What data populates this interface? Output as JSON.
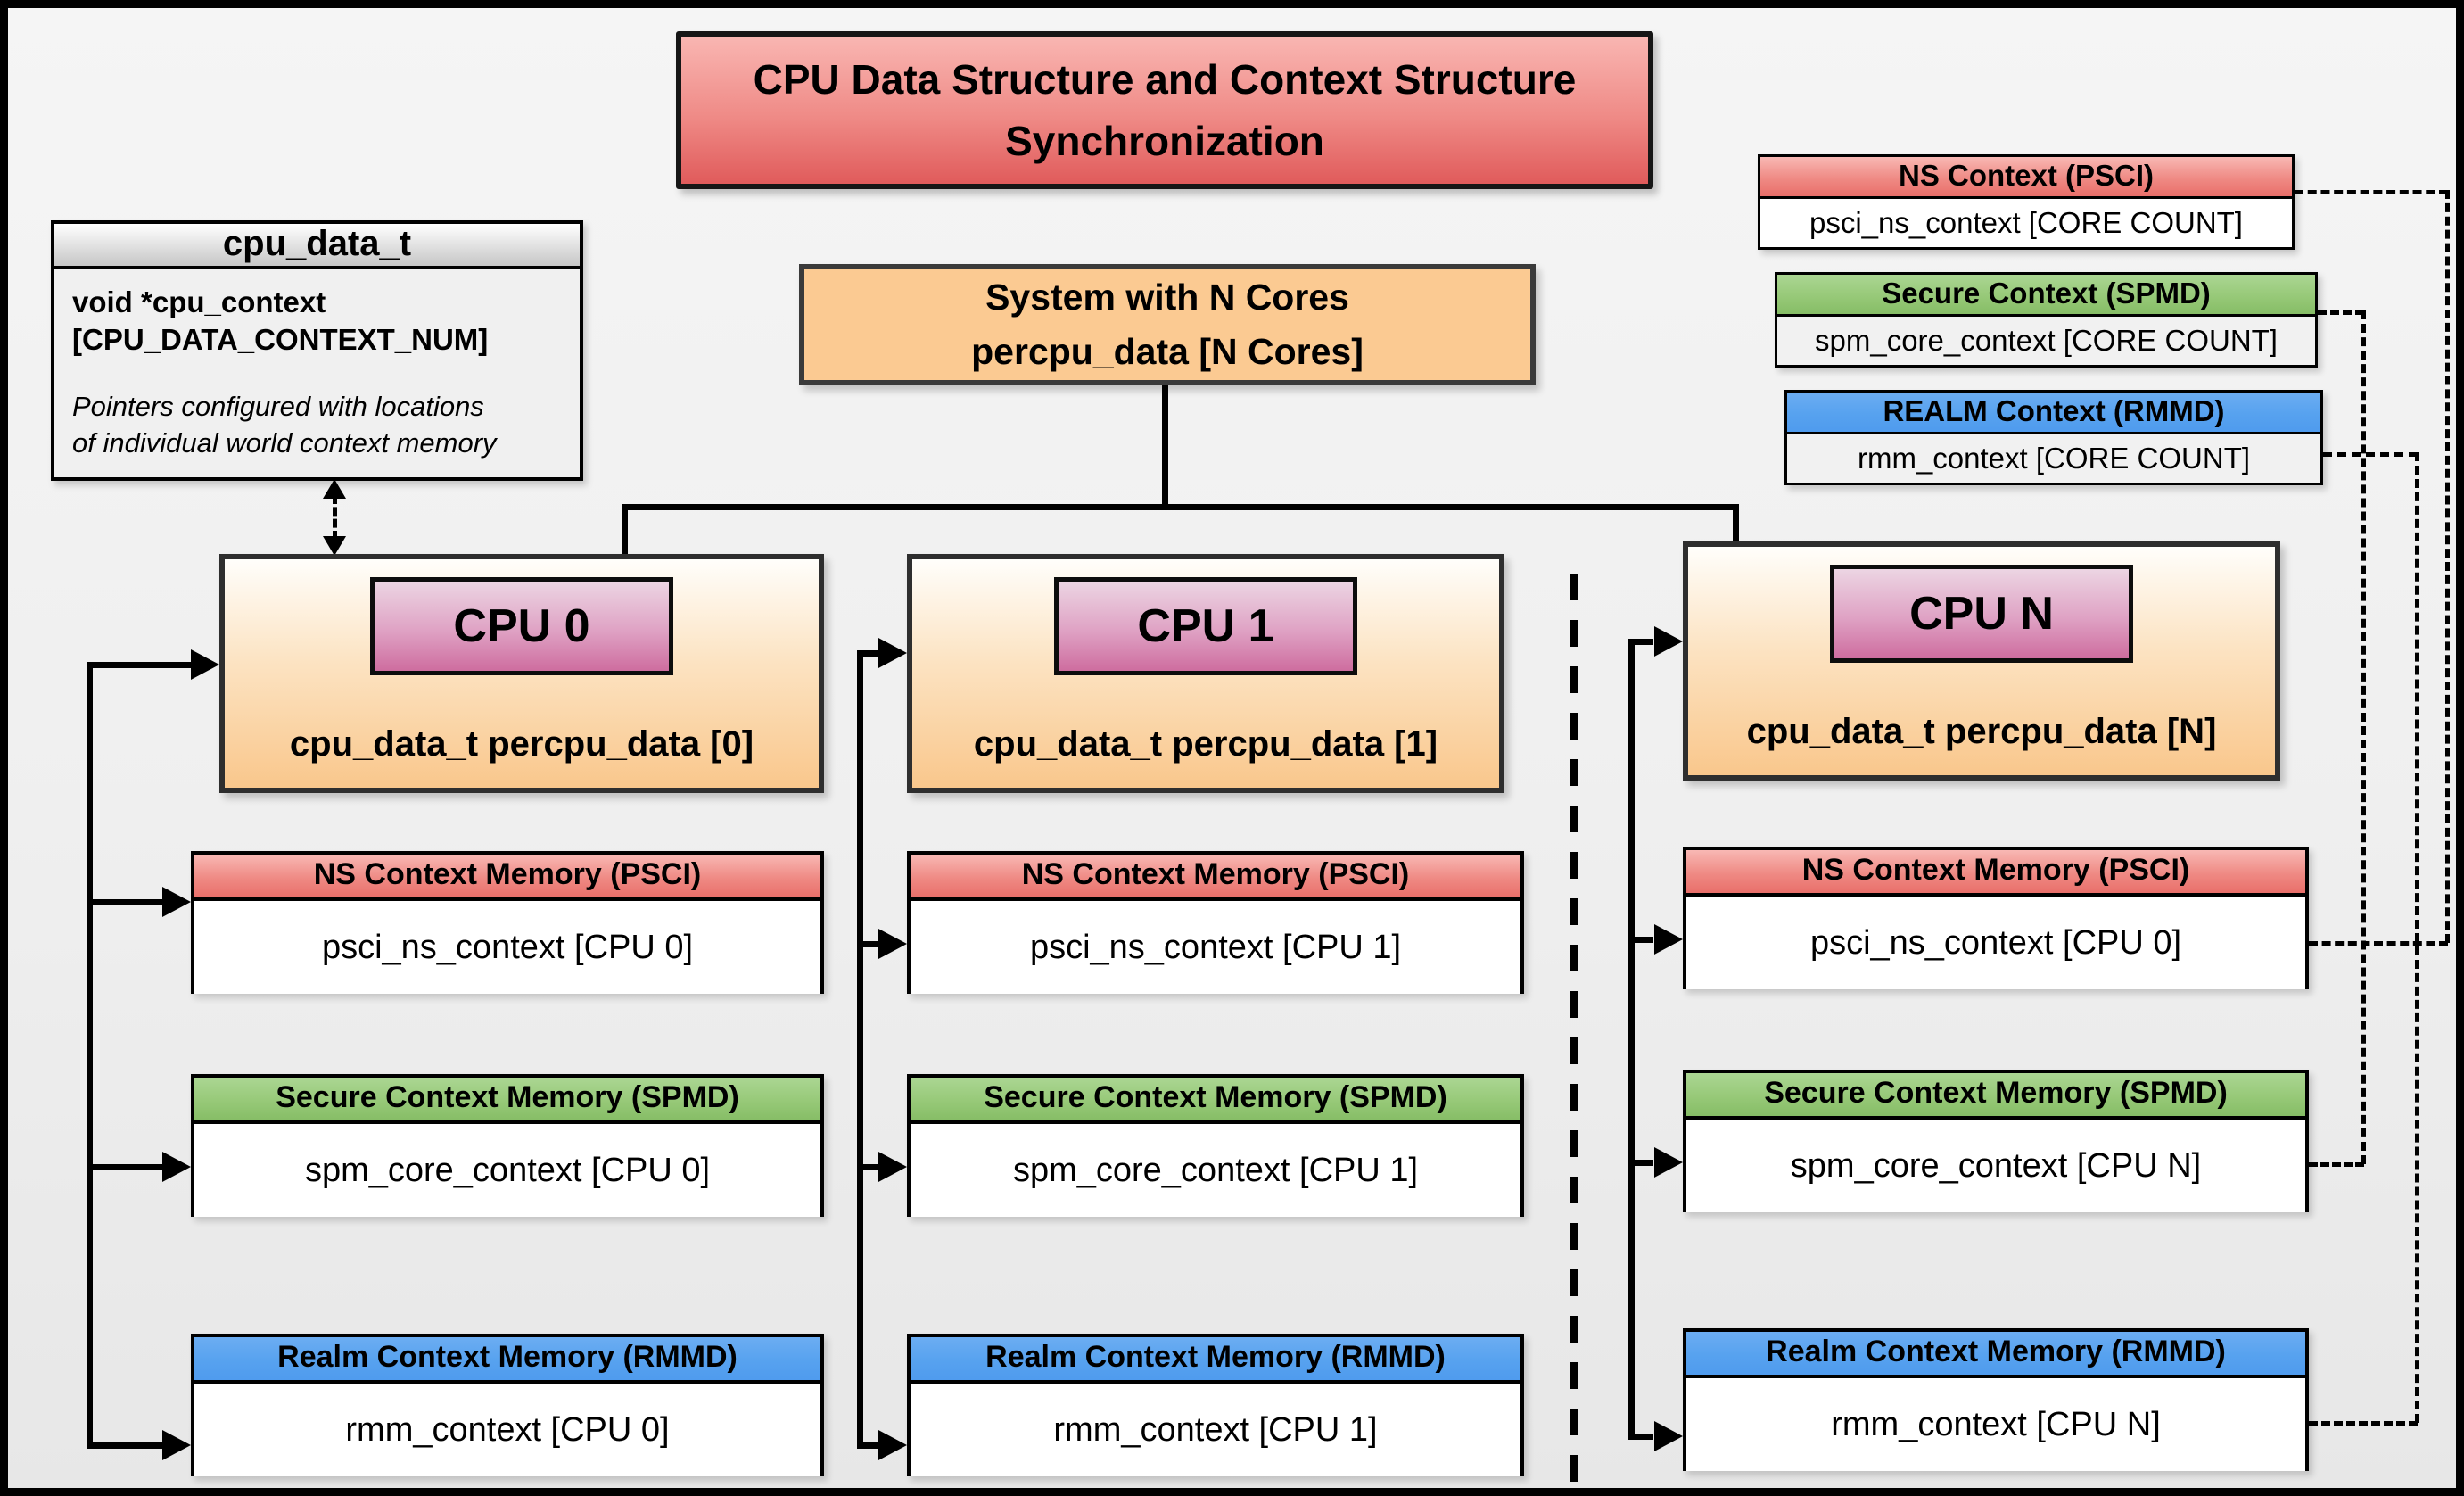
{
  "title": {
    "line1": "CPU Data Structure and Context Structure",
    "line2": "Synchronization"
  },
  "cpu_data_struct": {
    "header": "cpu_data_t",
    "field_line1": "void  *cpu_context",
    "field_line2": "[CPU_DATA_CONTEXT_NUM]",
    "note_line1": "Pointers configured with locations",
    "note_line2": "of individual world context memory"
  },
  "system_box": {
    "line1": "System with N Cores",
    "line2": "percpu_data [N Cores]"
  },
  "legend": {
    "ns": {
      "title": "NS Context  (PSCI)",
      "body": "psci_ns_context [CORE COUNT]"
    },
    "secure": {
      "title": "Secure Context (SPMD)",
      "body": "spm_core_context [CORE COUNT]"
    },
    "realm": {
      "title": "REALM Context (RMMD)",
      "body": "rmm_context [CORE COUNT]"
    }
  },
  "columns": [
    {
      "cpu_label": "CPU 0",
      "caption": "cpu_data_t percpu_data [0]",
      "ns_header": "NS Context Memory (PSCI)",
      "ns_body": "psci_ns_context [CPU 0]",
      "secure_header": "Secure Context Memory (SPMD)",
      "secure_body": "spm_core_context [CPU 0]",
      "realm_header": "Realm Context Memory (RMMD)",
      "realm_body": "rmm_context [CPU 0]"
    },
    {
      "cpu_label": "CPU 1",
      "caption": "cpu_data_t percpu_data [1]",
      "ns_header": "NS Context Memory (PSCI)",
      "ns_body": "psci_ns_context [CPU 1]",
      "secure_header": "Secure Context Memory (SPMD)",
      "secure_body": "spm_core_context [CPU 1]",
      "realm_header": "Realm Context Memory (RMMD)",
      "realm_body": "rmm_context [CPU 1]"
    },
    {
      "cpu_label": "CPU N",
      "caption": "cpu_data_t percpu_data [N]",
      "ns_header": "NS Context Memory (PSCI)",
      "ns_body": "psci_ns_context [CPU 0]",
      "secure_header": "Secure Context Memory (SPMD)",
      "secure_body": "spm_core_context [CPU N]",
      "realm_header": "Realm Context Memory (RMMD)",
      "realm_body": "rmm_context [CPU N]"
    }
  ],
  "colors": {
    "title_red": "#e05b5b",
    "ns_red": "#e96f6a",
    "secure_green": "#86bd66",
    "realm_blue": "#4f9bee",
    "system_orange": "#fbca92",
    "cpu_orange": "#f9c78c",
    "cpu_pink": "#ce6d9f",
    "line_black": "#000000"
  }
}
